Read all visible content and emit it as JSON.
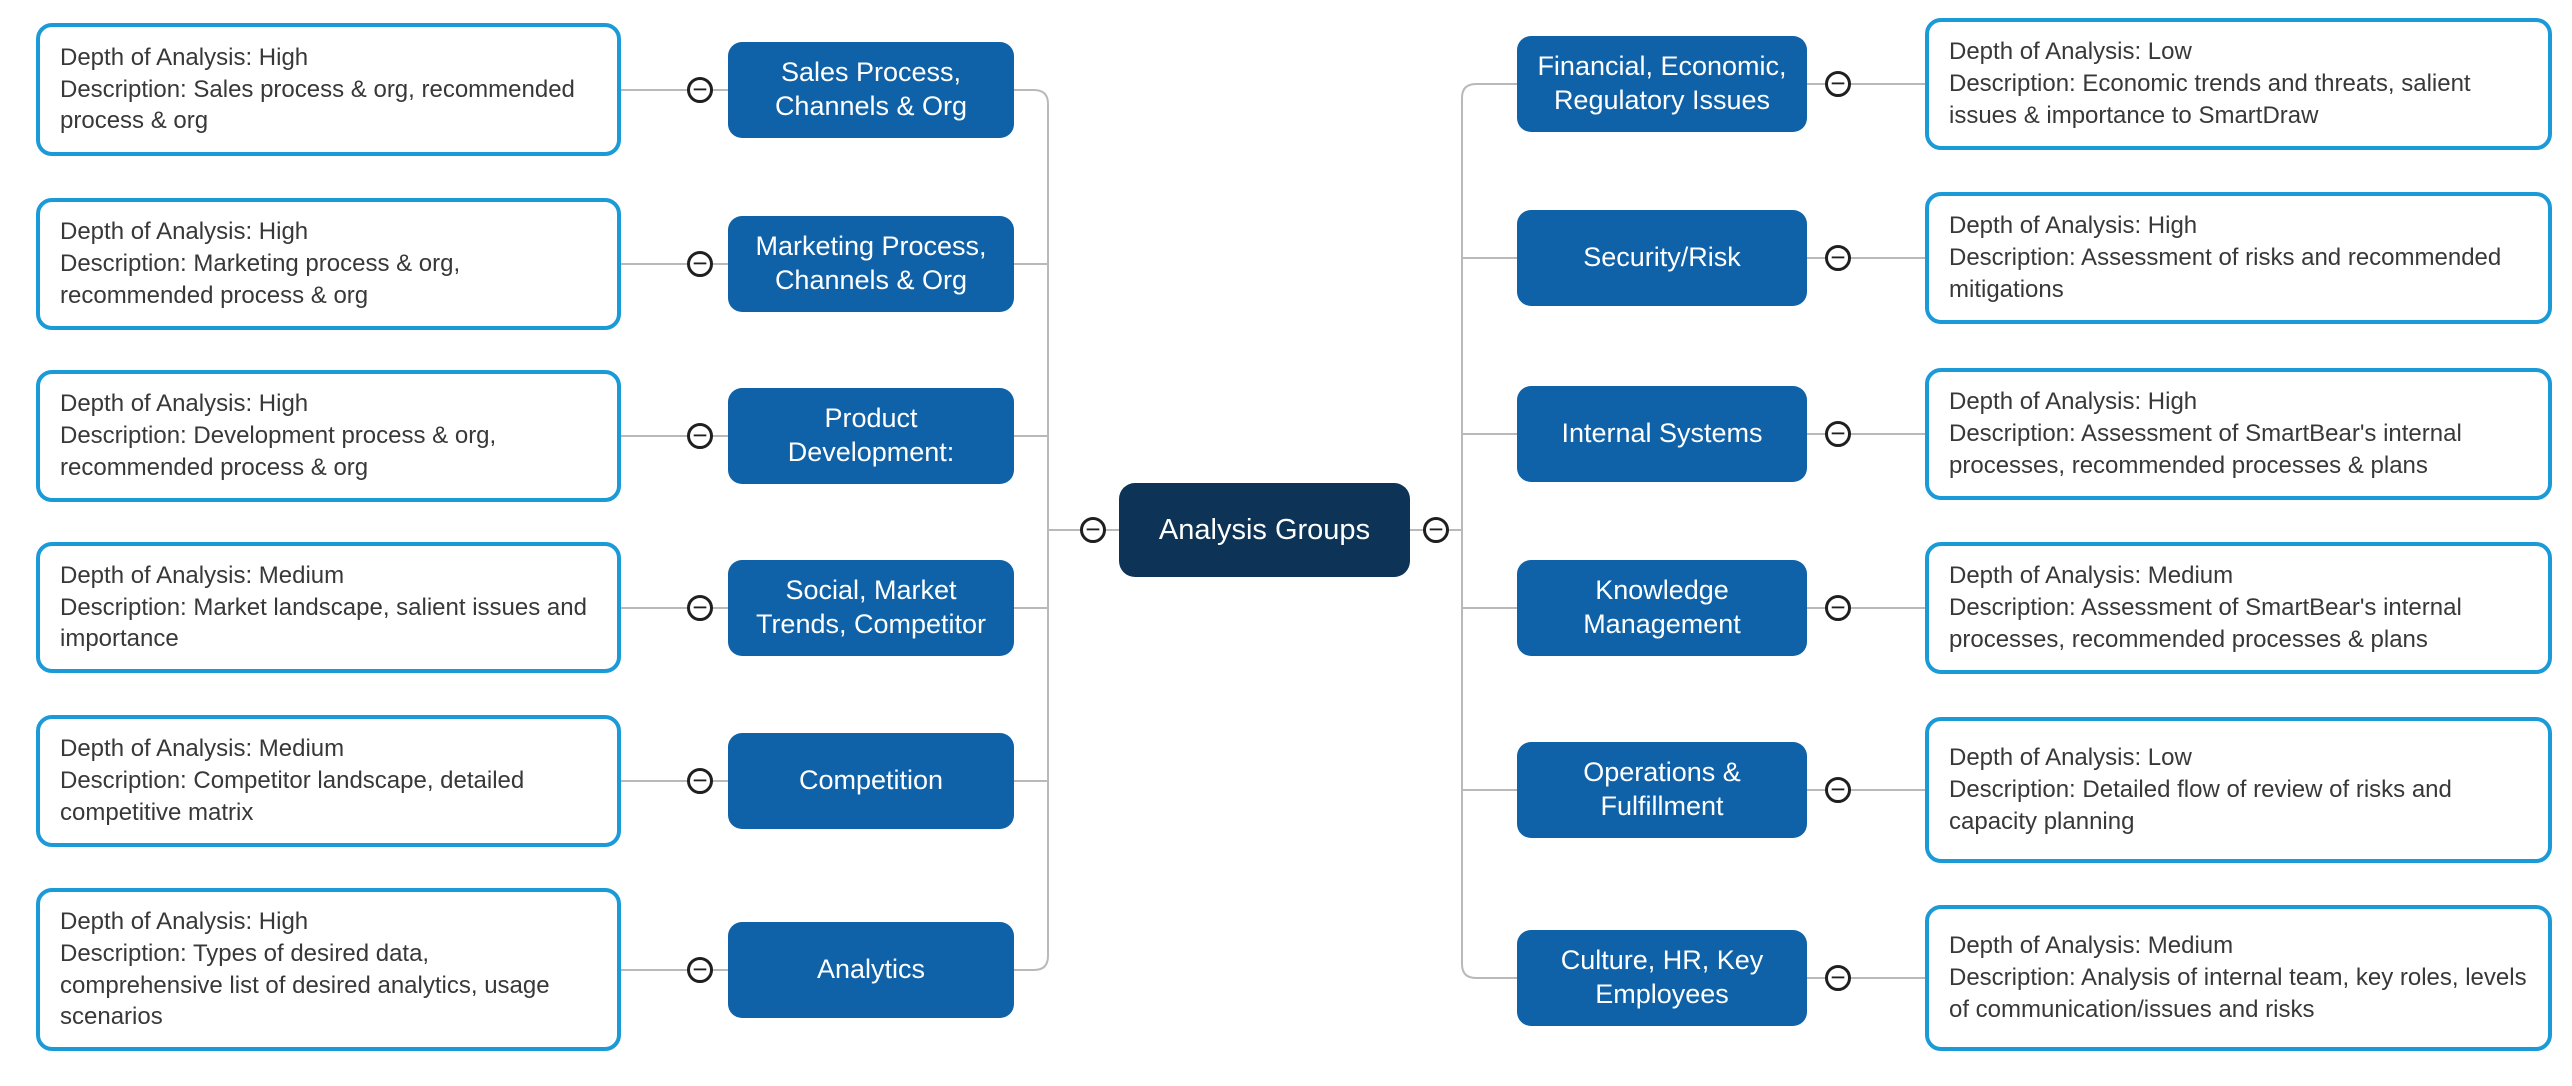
{
  "center": {
    "label": "Analysis Groups"
  },
  "icons": {
    "collapse_glyph": "−",
    "collapse_name": "minus-circle-icon"
  },
  "colors": {
    "topic_blue": "#0f62a8",
    "center_navy": "#0d3456",
    "detail_border_blue": "#1b9ad8",
    "connector_gray": "#b9b9b9"
  },
  "left_branches": [
    {
      "label": "Sales Process, Channels & Org",
      "depth_line": "Depth of Analysis: High",
      "description_line": "Description: Sales process & org, recommended process & org"
    },
    {
      "label": "Marketing Process, Channels & Org",
      "depth_line": "Depth of Analysis: High",
      "description_line": "Description: Marketing process & org, recommended process & org"
    },
    {
      "label": "Product Development:",
      "depth_line": "Depth of Analysis: High",
      "description_line": "Description: Development process & org, recommended process & org"
    },
    {
      "label": "Social, Market Trends, Competitor",
      "depth_line": "Depth of Analysis: Medium",
      "description_line": "Description: Market landscape, salient issues and importance"
    },
    {
      "label": "Competition",
      "depth_line": "Depth of Analysis: Medium",
      "description_line": "Description: Competitor landscape, detailed competitive matrix"
    },
    {
      "label": "Analytics",
      "depth_line": "Depth of Analysis: High",
      "description_line": "Description: Types of desired data, comprehensive list of desired analytics, usage scenarios"
    }
  ],
  "right_branches": [
    {
      "label": "Financial, Economic, Regulatory Issues",
      "depth_line": "Depth of Analysis: Low",
      "description_line": "Description: Economic trends and threats, salient issues & importance to SmartDraw"
    },
    {
      "label": "Security/Risk",
      "depth_line": "Depth of Analysis: High",
      "description_line": "Description: Assessment of risks and recommended mitigations"
    },
    {
      "label": "Internal Systems",
      "depth_line": "Depth of Analysis: High",
      "description_line": "Description: Assessment of SmartBear's internal processes, recommended processes & plans"
    },
    {
      "label": "Knowledge Management",
      "depth_line": "Depth of Analysis: Medium",
      "description_line": "Description: Assessment of SmartBear's internal processes, recommended processes & plans"
    },
    {
      "label": "Operations & Fulfillment",
      "depth_line": "Depth of Analysis: Low",
      "description_line": "Description: Detailed flow of review of risks and capacity planning"
    },
    {
      "label": "Culture, HR, Key Employees",
      "depth_line": "Depth of Analysis: Medium",
      "description_line": "Description: Analysis of internal team, key roles, levels of communication/issues and risks"
    }
  ]
}
